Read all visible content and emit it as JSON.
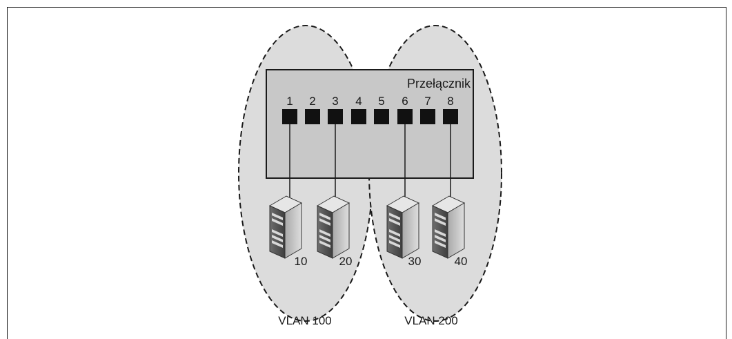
{
  "diagram": {
    "switch": {
      "label": "Przełącznik",
      "ports": [
        "1",
        "2",
        "3",
        "4",
        "5",
        "6",
        "7",
        "8"
      ]
    },
    "vlans": [
      {
        "label": "VLAN 100"
      },
      {
        "label": "VLAN 200"
      }
    ],
    "servers": [
      {
        "label": "10",
        "port": "1",
        "vlan": "VLAN 100"
      },
      {
        "label": "20",
        "port": "3",
        "vlan": "VLAN 100"
      },
      {
        "label": "30",
        "port": "6",
        "vlan": "VLAN 200"
      },
      {
        "label": "40",
        "port": "8",
        "vlan": "VLAN 200"
      }
    ]
  },
  "colors": {
    "vlan_fill": "#dcdcdc",
    "switch_fill": "#c8c8c8",
    "port": "#111111",
    "line": "#1a1a1a"
  }
}
